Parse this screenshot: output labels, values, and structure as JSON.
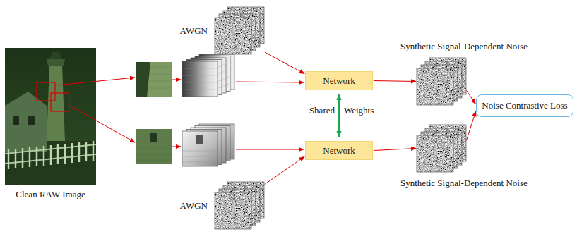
{
  "diagram": {
    "nodes": [
      {
        "text": [
          "Clean RAW Image"
        ]
      },
      {
        "text": [
          "AWGN"
        ]
      },
      {
        "text": [
          "Network"
        ]
      },
      {
        "text": [
          "Synthetic Signal-Dependent Noise"
        ]
      },
      {
        "text": [
          "Noise Contrastive Loss"
        ]
      },
      {
        "text": [
          "Network"
        ]
      },
      {
        "text": [
          "Synthetic Signal-Dependent Noise"
        ]
      },
      {
        "text": [
          "AWGN"
        ]
      }
    ],
    "edges": [
      {
        "from": 1,
        "to": 2,
        "arrow": "to"
      },
      {
        "from": 2,
        "to": 3,
        "arrow": "to"
      },
      {
        "from": 3,
        "to": 4,
        "arrow": "to"
      },
      {
        "from": 2,
        "to": 5,
        "arrow": "both"
      },
      {
        "from": 7,
        "to": 5,
        "arrow": "to"
      },
      {
        "from": 5,
        "to": 6,
        "arrow": "to"
      },
      {
        "from": 6,
        "to": 4,
        "arrow": "to"
      }
    ],
    "labels": [
      "Shared",
      "Weights"
    ]
  }
}
